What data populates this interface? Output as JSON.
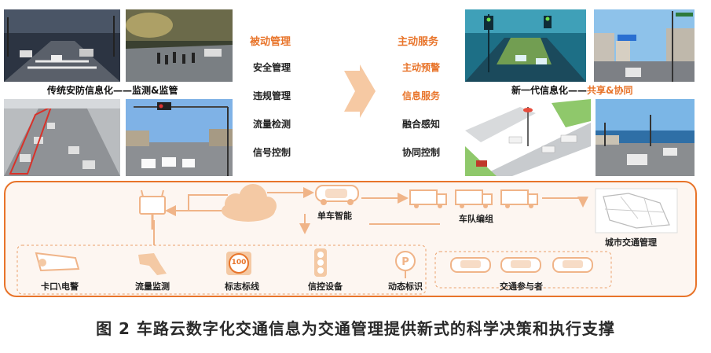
{
  "left": {
    "caption_main": "传统安防信息化",
    "caption_suffix": "监测&监管"
  },
  "passive": {
    "heading": "被动管理",
    "items": [
      "安全管理",
      "违规管理",
      "流量检测",
      "信号控制"
    ]
  },
  "active": {
    "heading": "主动服务",
    "items": [
      "主动预警",
      "信息服务",
      "融合感知",
      "协同控制"
    ]
  },
  "right": {
    "caption_main": "新一代信息化",
    "caption_suffix": "共享&协同"
  },
  "bottom": {
    "single_vehicle": "单车智能",
    "platoon": "车队编组",
    "city_traffic": "城市交通管理",
    "devices": [
      "卡口\\电警",
      "流量监测",
      "标志标线",
      "信控设备",
      "动态标识"
    ],
    "participants": "交通参与者"
  },
  "sign_number": "100",
  "figure_caption": "图 2  车路云数字化交通信息为交通管理提供新式的科学决策和执行支撑",
  "colors": {
    "accent": "#e8742a",
    "border": "#e8742a",
    "panel_bg": "#fdf6f1",
    "icon": "#f4c9a4"
  }
}
